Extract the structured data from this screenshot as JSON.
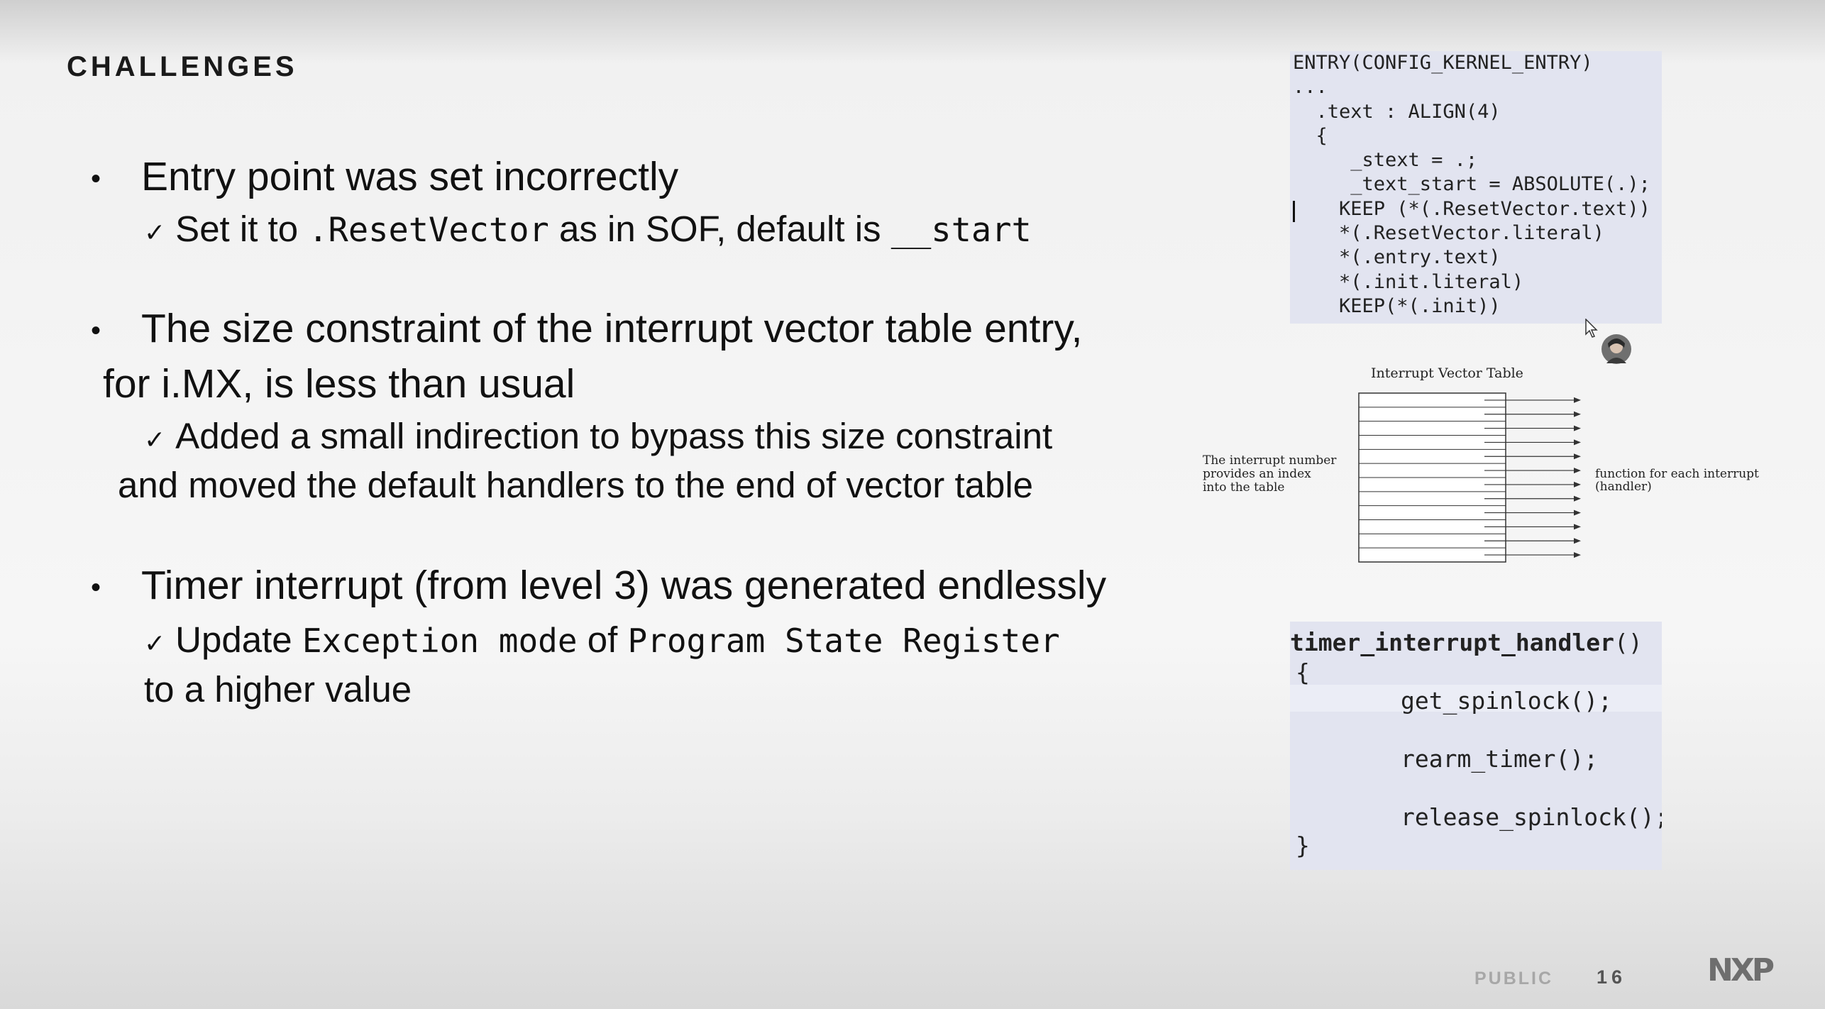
{
  "slide": {
    "title": "CHALLENGES",
    "bullet1": {
      "text": "Entry point was set incorrectly",
      "sub_a": "Set it to",
      "sub_code1": ".ResetVector",
      "sub_b": "as in SOF, default is",
      "sub_code2": "__start"
    },
    "bullet2": {
      "line1": "The size constraint of the interrupt vector table entry,",
      "line2": "for i.MX, is less than usual",
      "sub_line1": "Added a small indirection to bypass this size constraint",
      "sub_line2": "and moved the default handlers to the end of vector table"
    },
    "bullet3": {
      "text": "Timer interrupt (from level 3) was generated endlessly",
      "sub_a": "Update",
      "sub_code1": "Exception mode",
      "sub_b": "of",
      "sub_code2": "Program State Register",
      "sub_line2": "to a higher value"
    }
  },
  "linker_script": [
    "ENTRY(CONFIG_KERNEL_ENTRY)",
    "...",
    "  .text : ALIGN(4)",
    "  {",
    "     _stext = .;",
    "     _text_start = ABSOLUTE(.);",
    "    KEEP (*(.ResetVector.text))",
    "    *(.ResetVector.literal)",
    "    *(.entry.text)",
    "    *(.init.literal)",
    "    KEEP(*(.init))"
  ],
  "diagram": {
    "title": "Interrupt Vector Table",
    "left_label": [
      "The interrupt number",
      "provides an index",
      "into the table"
    ],
    "right_label": [
      "function for each interrupt",
      "(handler)"
    ],
    "row_count": 12
  },
  "handler_code": {
    "name": "timer_interrupt_handler",
    "parens": "()",
    "open": "{",
    "call1": "get_spinlock();",
    "call2": "rearm_timer();",
    "call3": "release_spinlock();",
    "close": "}"
  },
  "footer": {
    "classification": "PUBLIC",
    "page": "16",
    "logo_text": "NXP"
  }
}
